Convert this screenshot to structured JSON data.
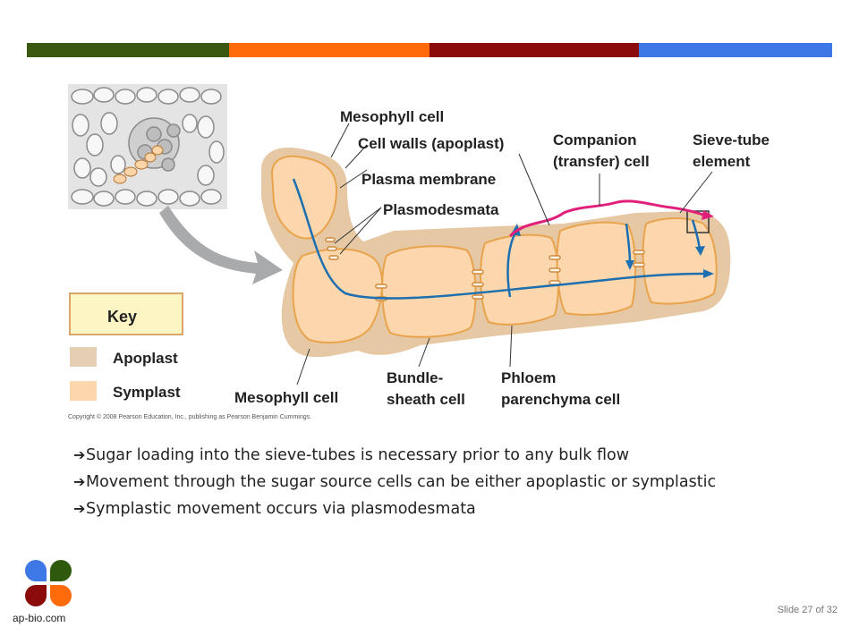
{
  "header_bar": {
    "colors": [
      "#3b5a10",
      "#ff6a0a",
      "#8b0a0a",
      "#3d78e6"
    ]
  },
  "diagram": {
    "labels": {
      "mesophyll_top": "Mesophyll cell",
      "cell_walls": "Cell walls (apoplast)",
      "plasma_membrane": "Plasma membrane",
      "plasmodesmata": "Plasmodesmata",
      "companion_line1": "Companion",
      "companion_line2": "(transfer) cell",
      "sieve_line1": "Sieve-tube",
      "sieve_line2": "element",
      "mesophyll_bottom": "Mesophyll cell",
      "bundle_line1": "Bundle-",
      "bundle_line2": "sheath cell",
      "phloem_line1": "Phloem",
      "phloem_line2": "parenchyma cell"
    },
    "key": {
      "title": "Key",
      "apoplast": "Apoplast",
      "symplast": "Symplast"
    },
    "copyright": "Copyright © 2008 Pearson Education, Inc., publishing as Pearson Benjamin Cummings."
  },
  "bullets": [
    "Sugar loading into the sieve-tubes is necessary prior to any bulk flow",
    "Movement through the sugar source cells can be either apoplastic or symplastic",
    "Symplastic movement occurs via plasmodesmata"
  ],
  "footer": {
    "brand": "ap-bio.com",
    "slide_number": "Slide 27 of 32"
  }
}
